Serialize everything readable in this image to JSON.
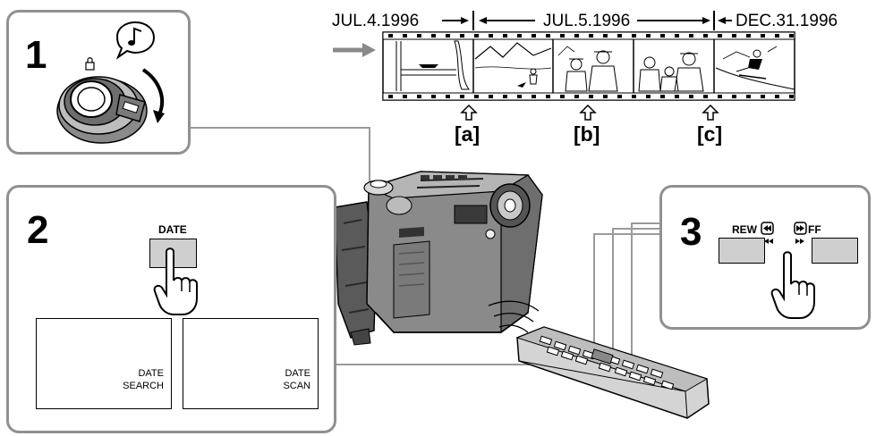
{
  "timeline": {
    "date_start": "JUL.4.1996",
    "date_mid": "JUL.5.1996",
    "date_end": "DEC.31.1996",
    "markers": [
      "[a]",
      "[b]",
      "[c]"
    ]
  },
  "step1": {
    "number": "1"
  },
  "step2": {
    "number": "2",
    "button_label": "DATE",
    "screen_left": {
      "line1": "DATE",
      "line2": "SEARCH"
    },
    "screen_right": {
      "line1": "DATE",
      "line2": "SCAN"
    }
  },
  "step3": {
    "number": "3",
    "rew_label": "REW",
    "ff_label": "FF"
  },
  "colors": {
    "panel_border": "#909090",
    "button_fill": "#cfcfcf",
    "camera_body": "#8a8a8a"
  }
}
